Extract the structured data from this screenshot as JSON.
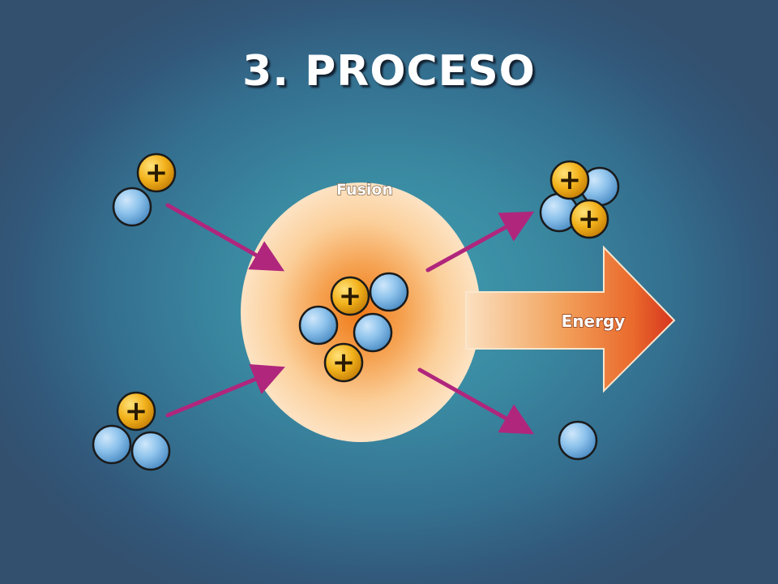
{
  "slide": {
    "title": "3. PROCESO"
  },
  "diagram": {
    "fusion_label": "Fusion",
    "energy_label": "Energy",
    "proton_symbol": "+",
    "colors": {
      "proton": "#f2b21c",
      "neutron": "#8ec3ec",
      "arrow": "#b0267c",
      "glow": "#f28a2a",
      "energy_arrow": "#e05a20"
    },
    "icons": {
      "proton": "proton-particle-icon",
      "neutron": "neutron-particle-icon"
    }
  }
}
